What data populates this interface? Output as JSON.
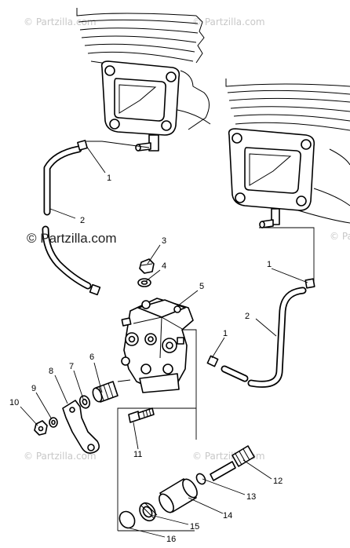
{
  "watermark": {
    "main": "© Partzilla.com",
    "faint": "© Partzilla.com"
  },
  "callouts": {
    "c1a": "1",
    "c1b": "1",
    "c1c": "1",
    "c2a": "2",
    "c2b": "2",
    "c3": "3",
    "c4": "4",
    "c5": "5",
    "c6": "6",
    "c7": "7",
    "c8": "8",
    "c9": "9",
    "c10": "10",
    "c11": "11",
    "c12": "12",
    "c13": "13",
    "c14": "14",
    "c15": "15",
    "c16": "16"
  }
}
